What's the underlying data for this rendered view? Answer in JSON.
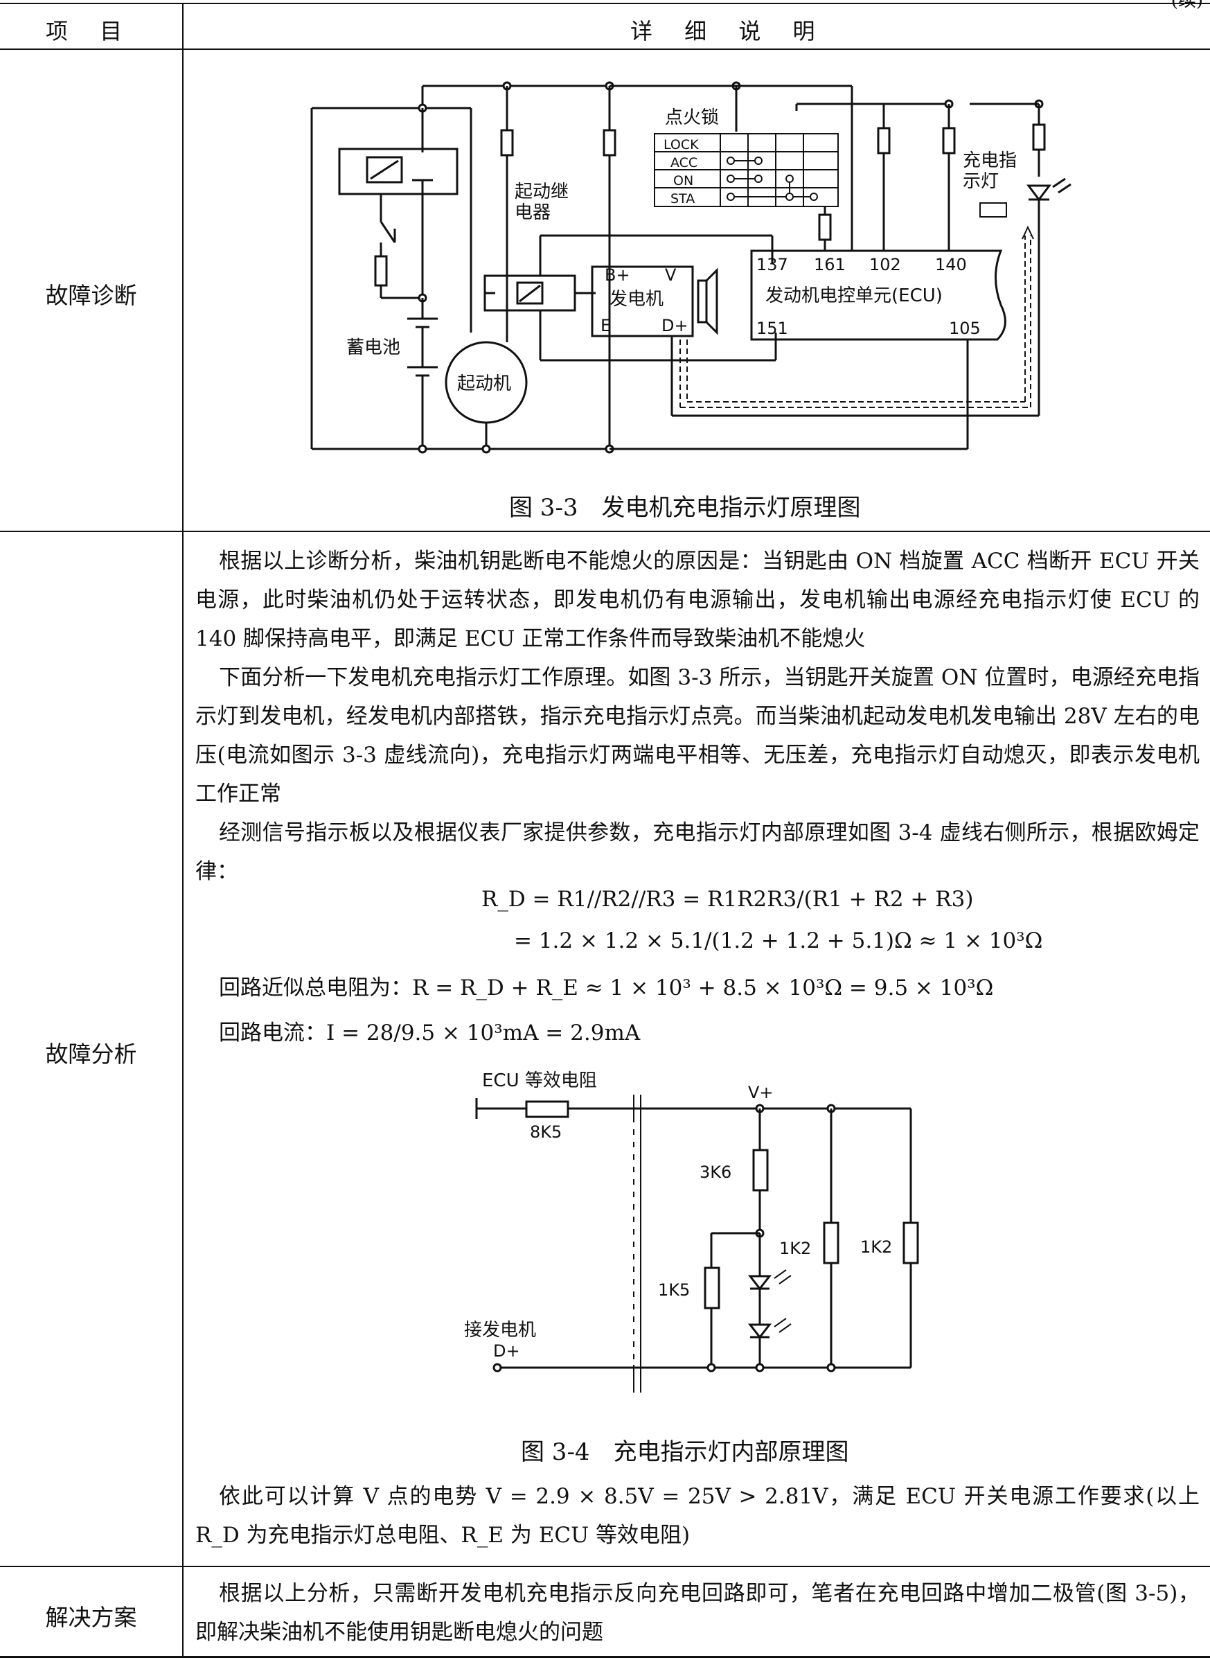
{
  "header": {
    "col1": "项 目",
    "col2": "详 细 说 明",
    "continued": "(续)"
  },
  "rows": {
    "diagnosis": "故障诊断",
    "analysis": "故障分析",
    "solution": "解决方案"
  },
  "fig33": {
    "caption": "图 3-3　发电机充电指示灯原理图",
    "ignition_switch": "点火锁",
    "switch_positions": [
      "LOCK",
      "ACC",
      "ON",
      "STA"
    ],
    "starter_relay": "起动继电器",
    "starter_relay_line1": "起动继",
    "starter_relay_line2": "电器",
    "battery": "蓄电池",
    "starter": "起动机",
    "generator": "发电机",
    "gen_bplus": "B+",
    "gen_v": "V",
    "gen_e": "E",
    "gen_dplus": "D+",
    "ecu": "发动机电控单元(ECU)",
    "pin_137": "137",
    "pin_161": "161",
    "pin_102": "102",
    "pin_140": "140",
    "pin_151": "151",
    "pin_105": "105",
    "lamp_line1": "充电指",
    "lamp_line2": "示灯"
  },
  "analysis": {
    "p1": "根据以上诊断分析，柴油机钥匙断电不能熄火的原因是：当钥匙由 ON 档旋置 ACC 档断开 ECU 开关电源，此时柴油机仍处于运转状态，即发电机仍有电源输出，发电机输出电源经充电指示灯使 ECU 的 140 脚保持高电平，即满足 ECU 正常工作条件而导致柴油机不能熄火",
    "p2": "下面分析一下发电机充电指示灯工作原理。如图 3-3 所示，当钥匙开关旋置 ON 位置时，电源经充电指示灯到发电机，经发电机内部搭铁，指示充电指示灯点亮。而当柴油机起动发电机发电输出 28V 左右的电压(电流如图示 3-3 虚线流向)，充电指示灯两端电平相等、无压差，充电指示灯自动熄灭，即表示发电机工作正常",
    "p3": "经测信号指示板以及根据仪表厂家提供参数，充电指示灯内部原理如图 3-4 虚线右侧所示，根据欧姆定律：",
    "eq1": "R_D = R1//R2//R3 = R1R2R3/(R1 + R2 + R3)",
    "eq2": "= 1.2 × 1.2 × 5.1/(1.2 + 1.2 + 5.1)Ω ≈ 1 × 10³Ω",
    "eq3_prefix": "回路近似总电阻为：",
    "eq3": "R = R_D + R_E ≈ 1 × 10³ + 8.5 × 10³Ω = 9.5 × 10³Ω",
    "eq4_prefix": "回路电流：",
    "eq4": "I = 28/9.5 × 10³mA = 2.9mA",
    "p4": "依此可以计算 V 点的电势 V = 2.9 × 8.5V = 25V > 2.81V，满足 ECU 开关电源工作要求(以上 R_D 为充电指示灯总电阻、R_E 为 ECU 等效电阻)"
  },
  "fig34": {
    "caption": "图 3-4　充电指示灯内部原理图",
    "ecu_res": "ECU 等效电阻",
    "r_8k5": "8K5",
    "vplus": "V+",
    "r_3k6": "3K6",
    "r_1k2a": "1K2",
    "r_1k2b": "1K2",
    "r_1k5": "1K5",
    "gen_line1": "接发电机",
    "gen_line2": "D+"
  },
  "solution": {
    "p1": "根据以上分析，只需断开发电机充电指示反向充电回路即可，笔者在充电回路中增加二极管(图 3-5)，即解决柴油机不能使用钥匙断电熄火的问题"
  }
}
